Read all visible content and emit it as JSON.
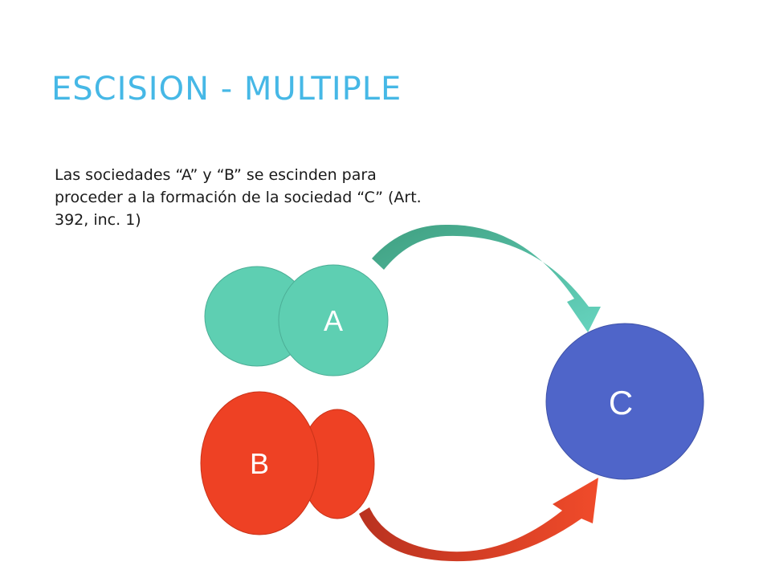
{
  "slide": {
    "title": "ESCISION - MULTIPLE",
    "body_lines": [
      "Las sociedades  “A” y “B” se escinden para",
      "proceder a la formación de la sociedad “C” (Art.",
      "392, inc. 1)"
    ]
  },
  "diagram": {
    "nodes": {
      "a": {
        "label": "A"
      },
      "b": {
        "label": "B"
      },
      "c": {
        "label": "C"
      }
    },
    "arrows": [
      {
        "from": "a",
        "to": "c"
      },
      {
        "from": "b",
        "to": "c"
      }
    ]
  },
  "colors": {
    "title": "#46b8e6",
    "company_a": "#5ecfb2",
    "company_b": "#ee4124",
    "company_c": "#4f65c9",
    "arrow_a_dark": "#3f9f80",
    "arrow_a_light": "#66d4bf",
    "arrow_b_dark": "#b93220",
    "arrow_b_light": "#f04b2a"
  }
}
